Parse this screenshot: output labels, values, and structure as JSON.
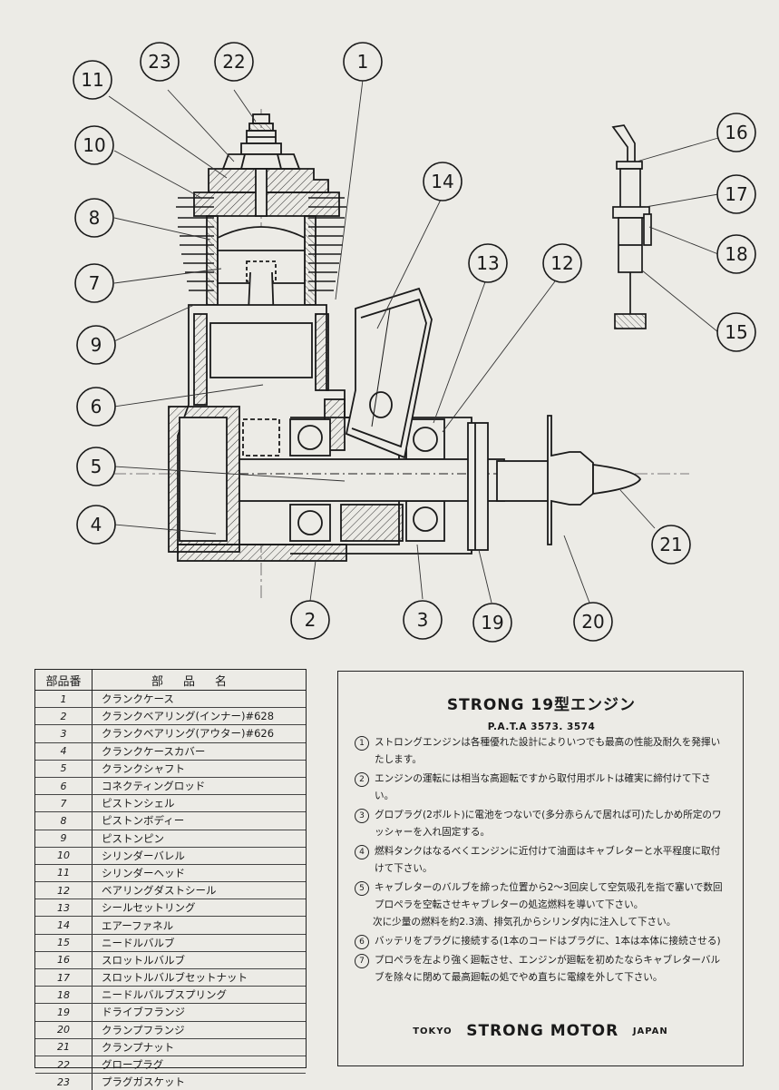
{
  "callouts": [
    "1",
    "2",
    "3",
    "4",
    "5",
    "6",
    "7",
    "8",
    "9",
    "10",
    "11",
    "12",
    "13",
    "14",
    "15",
    "16",
    "17",
    "18",
    "19",
    "20",
    "21",
    "22",
    "23"
  ],
  "table": {
    "header_number": "部品番",
    "header_name": "部品名",
    "rows": [
      {
        "no": "1",
        "name": "クランクケース"
      },
      {
        "no": "2",
        "name": "クランクベアリング(インナー)#628"
      },
      {
        "no": "3",
        "name": "クランクベアリング(アウター)#626"
      },
      {
        "no": "4",
        "name": "クランクケースカバー"
      },
      {
        "no": "5",
        "name": "クランクシャフト"
      },
      {
        "no": "6",
        "name": "コネクティングロッド"
      },
      {
        "no": "7",
        "name": "ピストンシェル"
      },
      {
        "no": "8",
        "name": "ピストンボディー"
      },
      {
        "no": "9",
        "name": "ピストンピン"
      },
      {
        "no": "10",
        "name": "シリンダーバレル"
      },
      {
        "no": "11",
        "name": "シリンダーヘッド"
      },
      {
        "no": "12",
        "name": "ベアリングダストシール"
      },
      {
        "no": "13",
        "name": "シールセットリング"
      },
      {
        "no": "14",
        "name": "エアーファネル"
      },
      {
        "no": "15",
        "name": "ニードルバルブ"
      },
      {
        "no": "16",
        "name": "スロットルバルブ"
      },
      {
        "no": "17",
        "name": "スロットルバルブセットナット"
      },
      {
        "no": "18",
        "name": "ニードルバルブスプリング"
      },
      {
        "no": "19",
        "name": "ドライブフランジ"
      },
      {
        "no": "20",
        "name": "クランプフランジ"
      },
      {
        "no": "21",
        "name": "クランプナット"
      },
      {
        "no": "22",
        "name": "グロープラグ"
      },
      {
        "no": "23",
        "name": "プラグガスケット"
      }
    ]
  },
  "notes": {
    "title": "STRONG 19型エンジン",
    "pata": "P.A.T.A 3573. 3574",
    "items": [
      {
        "mark": "1",
        "text": "ストロングエンジンは各種優れた設計によりいつでも最高の性能及耐久を発揮いたします。"
      },
      {
        "mark": "2",
        "text": "エンジンの運転には相当な高廻転ですから取付用ボルトは確実に締付けて下さい。"
      },
      {
        "mark": "3",
        "text": "グロプラグ(2ボルト)に電池をつないで(多分赤らんで居れば可)たしかめ所定のワッシャーを入れ固定する。"
      },
      {
        "mark": "4",
        "text": "燃料タンクはなるべくエンジンに近付けて油面はキャブレターと水平程度に取付けて下さい。"
      },
      {
        "mark": "5",
        "text": "キャブレターのバルブを締った位置から2～3回戻して空気吸孔を指で塞いで数回プロペラを空転させキャブレターの処迄燃料を導いて下さい。"
      },
      {
        "mark": "6",
        "text": "バッテリをプラグに接続する(1本のコードはプラグに、1本は本体に接続させる)"
      },
      {
        "mark": "7",
        "text": "プロペラを左より強く廻転させ、エンジンが廻転を初めたならキャブレターバルブを除々に閉めて最高廻転の処でやめ直ちに電線を外して下さい。"
      }
    ],
    "extra": "次に少量の燃料を約2.3滴、排気孔からシリンダ内に注入して下さい。",
    "footer_left": "TOKYO",
    "footer_main": "STRONG MOTOR",
    "footer_right": "JAPAN"
  }
}
